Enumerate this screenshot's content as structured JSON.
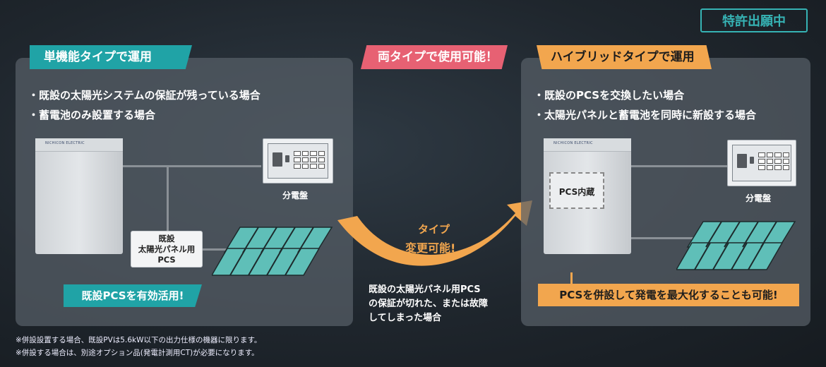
{
  "patent_badge": "特許出願中",
  "center_tag": "両タイプで使用可能！",
  "left": {
    "tag": "単機能タイプで運用",
    "bullets": [
      "・既設の太陽光システムの保証が残っている場合",
      "・蓄電池のみ設置する場合"
    ],
    "cabinet_brand": "NICHICON ELECTRIC",
    "pcs_box": {
      "line1": "既設",
      "line2": "太陽光パネル用",
      "line3": "PCS"
    },
    "distribution_label": "分電盤",
    "callout": "既設PCSを有効活用!"
  },
  "right": {
    "tag": "ハイブリッドタイプで運用",
    "bullets": [
      "・既設のPCSを交換したい場合",
      "・太陽光パネルと蓄電池を同時に新設する場合"
    ],
    "cabinet_brand": "NICHICON ELECTRIC",
    "pcs_inside": "PCS内蔵",
    "distribution_label": "分電盤",
    "callout": "PCSを併設して発電を最大化することも可能!"
  },
  "center": {
    "arrow_label_1": "タイプ",
    "arrow_label_2": "変更可能!",
    "description": [
      "既設の太陽光パネル用PCS",
      "の保証が切れた、または故障",
      "してしまった場合"
    ]
  },
  "notes": [
    "※併設設置する場合、既設PVは5.6kW以下の出力仕様の機器に限ります。",
    "※併設する場合は、別途オプション品(発電計測用CT)が必要になります。"
  ],
  "colors": {
    "teal": "#20a3a6",
    "orange": "#f2a64e",
    "pink": "#e76173",
    "solar": "#5fbfb8"
  }
}
